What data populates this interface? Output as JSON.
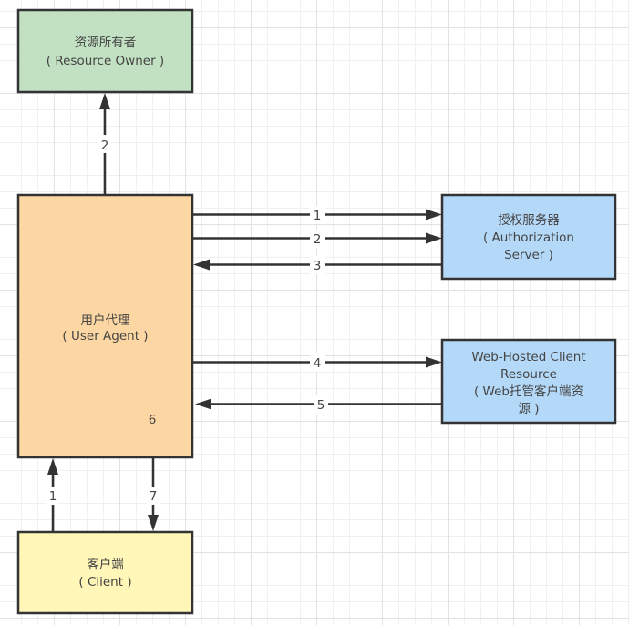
{
  "diagram": {
    "title": "OAuth 2.0 Implicit Grant Flow",
    "colors": {
      "resource_owner": "#c2e1c3",
      "user_agent": "#fdd7a3",
      "authorization_server": "#b3d8f8",
      "web_hosted_client": "#b3d8f8",
      "client": "#fff6b8",
      "border": "#333333",
      "text": "#444444",
      "grid": "#f0f0f0"
    },
    "nodes": {
      "resource_owner": {
        "lines": [
          "资源所有者",
          "( Resource Owner )"
        ]
      },
      "user_agent": {
        "lines": [
          "用户代理",
          "( User Agent )"
        ],
        "inner_label": "6"
      },
      "authorization_server": {
        "lines": [
          "授权服务器",
          "( Authorization",
          "Server )"
        ]
      },
      "web_hosted_client": {
        "lines": [
          "Web-Hosted Client",
          "Resource",
          "( Web托管客户端资",
          "源 )"
        ]
      },
      "client": {
        "lines": [
          "客户端",
          "( Client )"
        ]
      }
    },
    "edges": [
      {
        "id": "ua-to-ro",
        "from": "user_agent",
        "to": "resource_owner",
        "label": "2"
      },
      {
        "id": "ua-to-as-1",
        "from": "user_agent",
        "to": "authorization_server",
        "label": "1"
      },
      {
        "id": "ua-to-as-2",
        "from": "user_agent",
        "to": "authorization_server",
        "label": "2"
      },
      {
        "id": "as-to-ua-3",
        "from": "authorization_server",
        "to": "user_agent",
        "label": "3"
      },
      {
        "id": "ua-to-wc-4",
        "from": "user_agent",
        "to": "web_hosted_client",
        "label": "4"
      },
      {
        "id": "wc-to-ua-5",
        "from": "web_hosted_client",
        "to": "user_agent",
        "label": "5"
      },
      {
        "id": "client-to-ua-1",
        "from": "client",
        "to": "user_agent",
        "label": "1"
      },
      {
        "id": "ua-to-client-7",
        "from": "user_agent",
        "to": "client",
        "label": "7"
      }
    ]
  }
}
